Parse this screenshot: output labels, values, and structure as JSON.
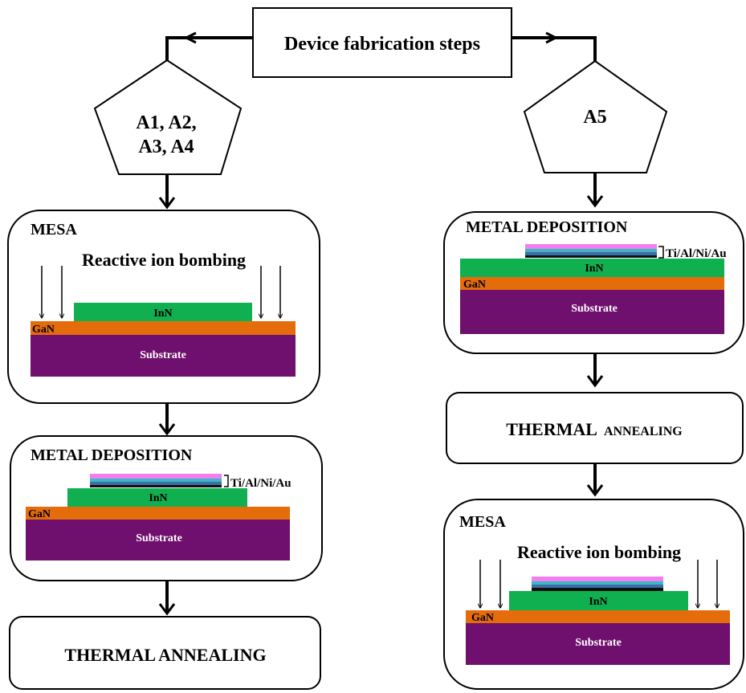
{
  "title": "Device fabrication steps",
  "groups": {
    "left_lines": [
      "A1, A2,",
      "A3, A4"
    ],
    "right": "A5"
  },
  "steps": {
    "mesa_title": "MESA",
    "mesa_process": "Reactive ion bombing",
    "metal_title": "METAL DEPOSITION",
    "metal_stack_label": "Ti/Al/Ni/Au",
    "thermal_main": "THERMAL",
    "thermal_rest": "ANNEALING",
    "thermal_full": "THERMAL ANNEALING"
  },
  "layers": {
    "inn": "InN",
    "gan": "GaN",
    "substrate": "Substrate"
  },
  "colors": {
    "substrate": "#70106e",
    "gan": "#e46c0a",
    "inn": "#10b050",
    "metal_pink": "#f27ef0",
    "metal_cyan": "#3bb8c4",
    "metal_blue": "#3c6ea8",
    "metal_black": "#101010",
    "line": "#000000"
  }
}
